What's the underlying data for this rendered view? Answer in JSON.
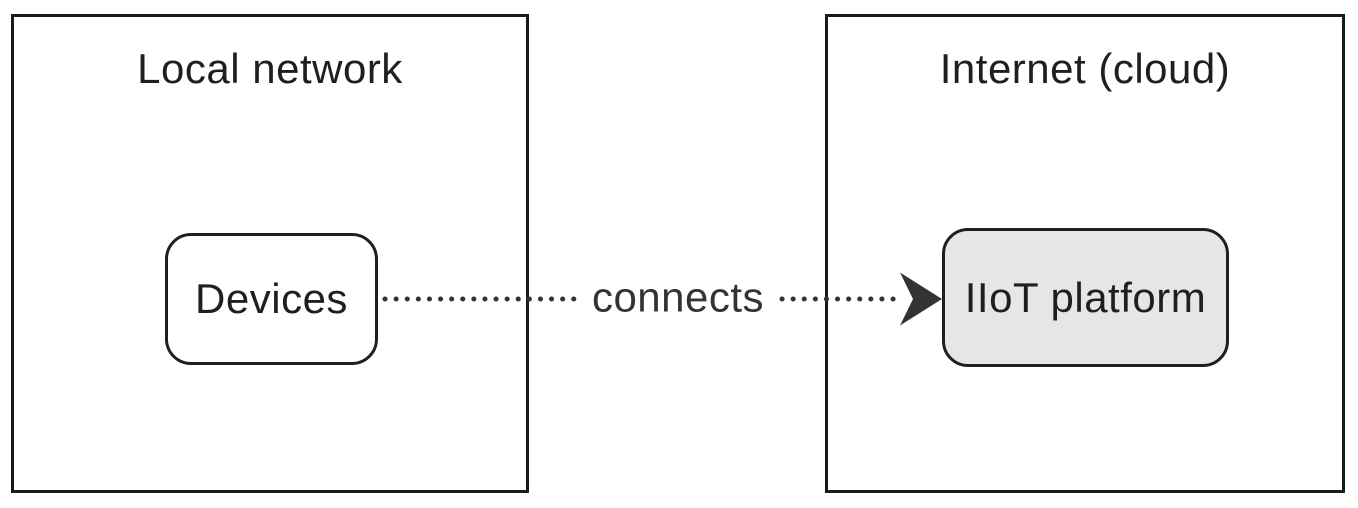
{
  "diagram": {
    "type": "flowchart",
    "clusters": {
      "local_network": {
        "title": "Local network"
      },
      "internet_cloud": {
        "title": "Internet (cloud)"
      }
    },
    "nodes": {
      "devices": {
        "label": "Devices",
        "container": "Local network"
      },
      "iiot_platform": {
        "label": "IIoT platform",
        "container": "Internet (cloud)"
      }
    },
    "edge": {
      "from": "Devices",
      "to": "IIoT platform",
      "label": "connects",
      "style": "dotted-arrow"
    }
  },
  "colors": {
    "canvas-bg": "#ffffff",
    "cluster-border": "#1a1a1a",
    "node-border": "#1f1f1f",
    "node-fill": "#ffffff",
    "node-fill-alt": "#e6e6e6",
    "text": "#1f1f1f",
    "edge": "#333333"
  }
}
